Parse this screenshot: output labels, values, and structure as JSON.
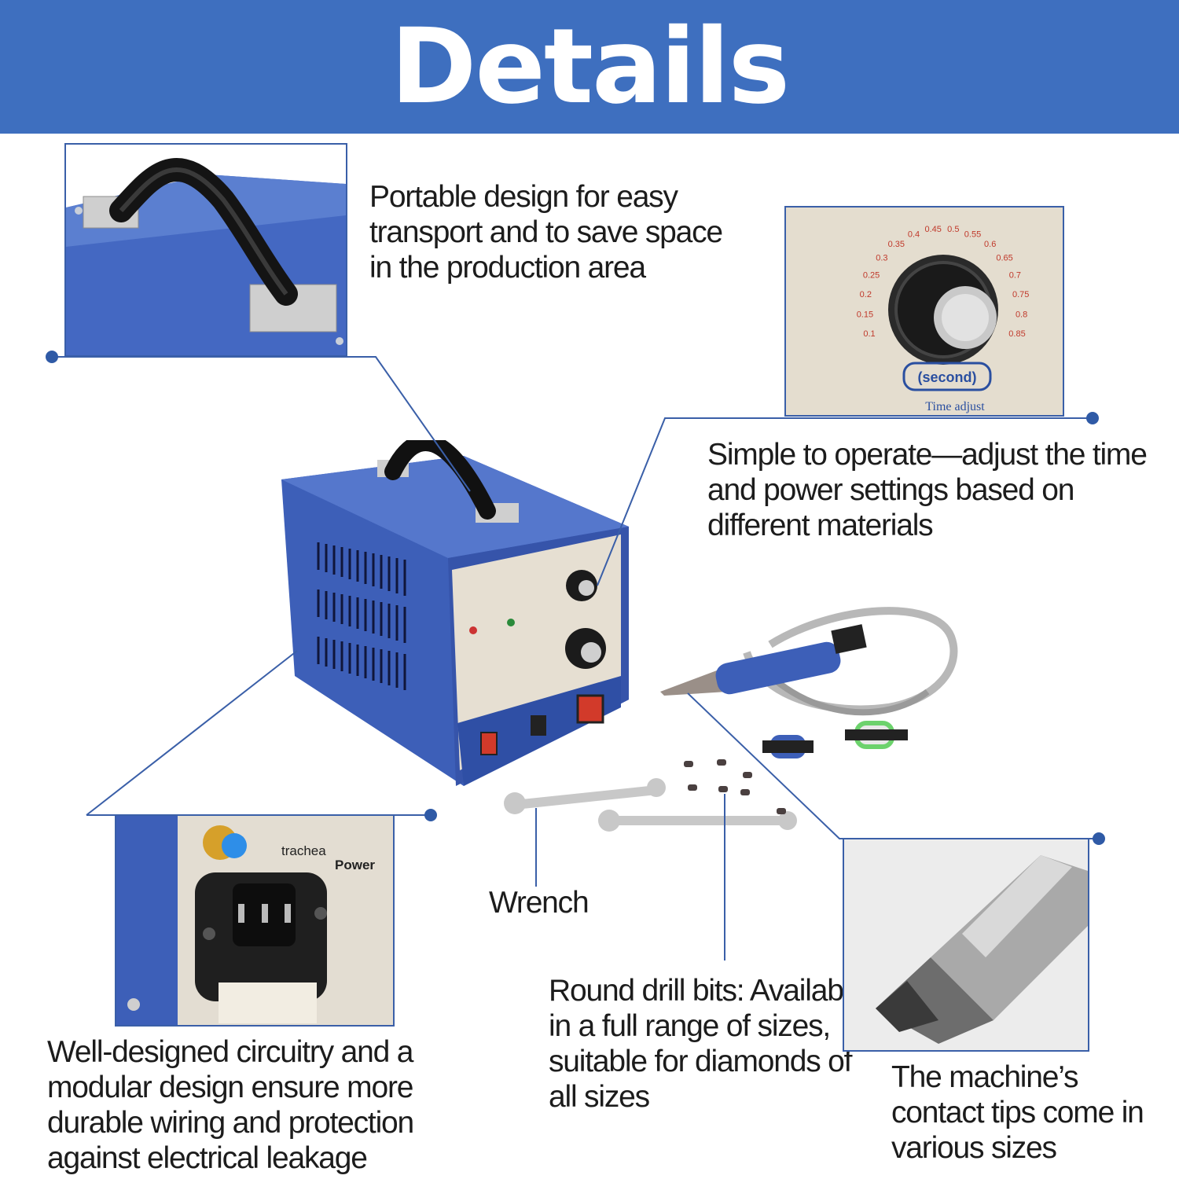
{
  "header": {
    "title": "Details"
  },
  "captions": {
    "portable": "Portable design for easy transport and to save space in the production area",
    "operate": "Simple to operate—adjust the time and power settings based on different materials",
    "circuitry": "Well-designed circuitry and a modular design ensure more durable wiring and protection against electrical leakage",
    "wrench": "Wrench",
    "drill_bits": "Round drill bits: Available in a full range of sizes, suitable for diamonds of all sizes",
    "contact_tips": "The machine’s contact tips come in various sizes"
  },
  "photo_labels": {
    "dial_unit": "(second)",
    "dial_caption": "Time adjust",
    "dial_ticks": [
      "0.1",
      "0.15",
      "0.2",
      "0.25",
      "0.3",
      "0.35",
      "0.4",
      "0.45",
      "0.5",
      "0.55",
      "0.6",
      "0.65",
      "0.7",
      "0.75",
      "0.8",
      "0.85"
    ],
    "trachea": "trachea",
    "power": "Power"
  },
  "colors": {
    "banner": "#3e6fbf",
    "machine_blue": "#3d5fb8",
    "callout_line": "#3a5fa8",
    "panel_beige": "#e6dfd2"
  }
}
